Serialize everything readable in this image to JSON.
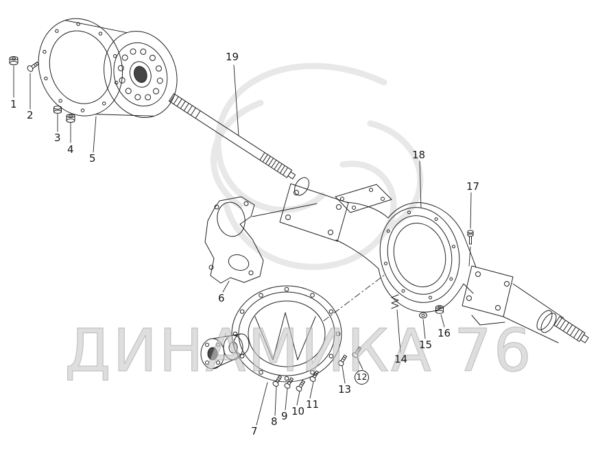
{
  "watermark": {
    "text": "ДИНАМИКА 76",
    "fill": "#c9c9c9",
    "stroke": "#9b9b9b"
  },
  "diagram": {
    "line_color": "#1f1f1f",
    "background": "#ffffff",
    "swirl_color": "#e4e4e4"
  },
  "callouts": [
    {
      "label": "1"
    },
    {
      "label": "2"
    },
    {
      "label": "3"
    },
    {
      "label": "4"
    },
    {
      "label": "5"
    },
    {
      "label": "6"
    },
    {
      "label": "7"
    },
    {
      "label": "8"
    },
    {
      "label": "9"
    },
    {
      "label": "10"
    },
    {
      "label": "11"
    },
    {
      "label": "12",
      "circled": true
    },
    {
      "label": "13"
    },
    {
      "label": "14"
    },
    {
      "label": "15"
    },
    {
      "label": "16"
    },
    {
      "label": "17"
    },
    {
      "label": "18"
    },
    {
      "label": "19"
    }
  ]
}
